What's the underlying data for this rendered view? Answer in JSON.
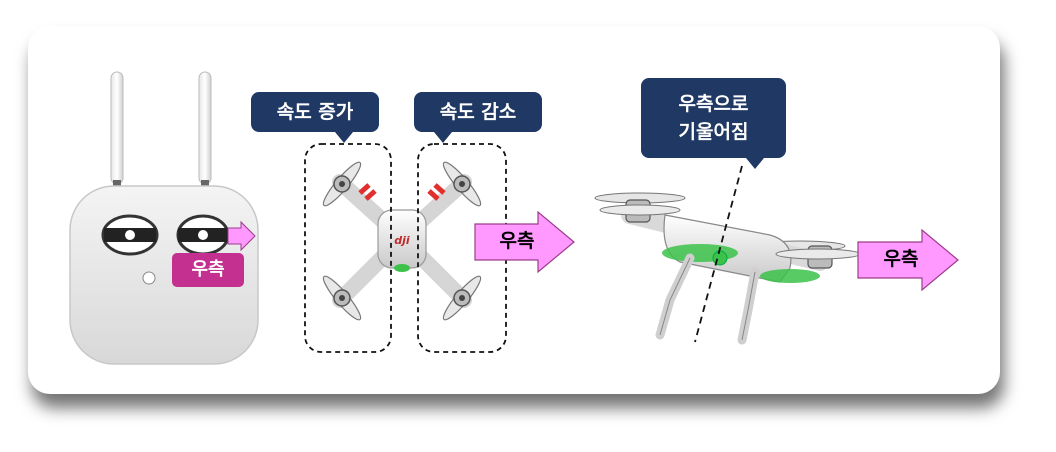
{
  "callouts": {
    "speed_up": "속도 증가",
    "speed_down": "속도 감소",
    "tilt_right": [
      "우측으로",
      "기울어짐"
    ]
  },
  "labels": {
    "stick_right": "우측",
    "arrow_top_view": "우측",
    "arrow_side_view": "우측"
  },
  "colors": {
    "callout_bg": "#1f3864",
    "arrow_fill": "#ff99ff",
    "badge_fill": "#c4308f",
    "propeller_stripe": "#e0302e",
    "led_green": "#3cc24a"
  }
}
